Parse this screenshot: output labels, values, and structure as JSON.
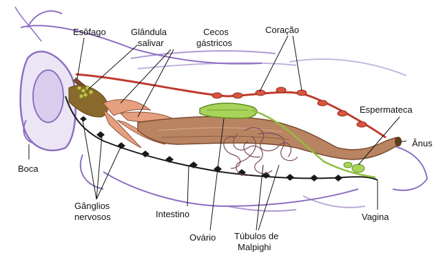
{
  "labels": {
    "esofago": "Esôfago",
    "glandula_1": "Glândula",
    "glandula_2": "salivar",
    "cecos_1": "Cecos",
    "cecos_2": "gástricos",
    "coracao": "Coração",
    "espermateca": "Espermateca",
    "anus": "Ânus",
    "boca": "Boca",
    "ganglios_1": "Gânglios",
    "ganglios_2": "nervosos",
    "intestino": "Intestino",
    "ovario": "Ovário",
    "tubulos_1": "Túbulos de",
    "tubulos_2": "Malpighi",
    "vagina": "Vagina"
  },
  "colors": {
    "body_outline": "#8c6fc0",
    "body_fill": "#ece5f6",
    "gut": "#b98462",
    "gut_dark": "#7a4a30",
    "heart": "#c0392b",
    "ovary": "#8fbf3f",
    "nerve": "#1a1a1a",
    "gland": "#6b7a22"
  }
}
